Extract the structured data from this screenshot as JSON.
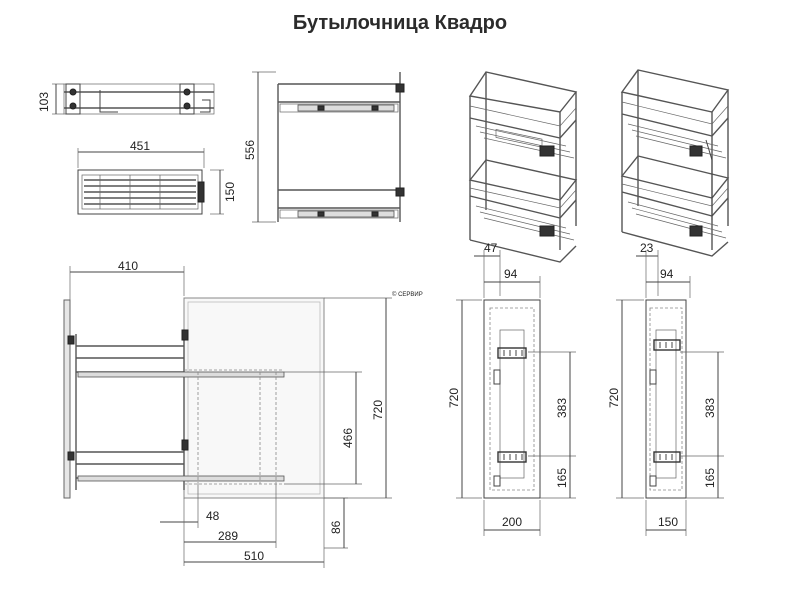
{
  "title": "Бутылочница Квадро",
  "dimensions": {
    "height_side": "103",
    "depth_top": "451",
    "width_top": "150",
    "height_front": "556",
    "install_depth": "410",
    "cabinet_height_outer": "720",
    "cabinet_height_inner": "466",
    "offset_48": "48",
    "offset_289": "289",
    "cabinet_depth": "510",
    "plinth": "86",
    "front_offset_a": "47",
    "front_inner_a": "94",
    "front_height_a": "720",
    "rail_spacing_a": "383",
    "rail_low_a": "165",
    "front_width_a": "200",
    "front_offset_b": "23",
    "front_inner_b": "94",
    "front_height_b": "720",
    "rail_spacing_b": "383",
    "rail_low_b": "165",
    "front_width_b": "150"
  },
  "watermark": "© СЕРВИР"
}
